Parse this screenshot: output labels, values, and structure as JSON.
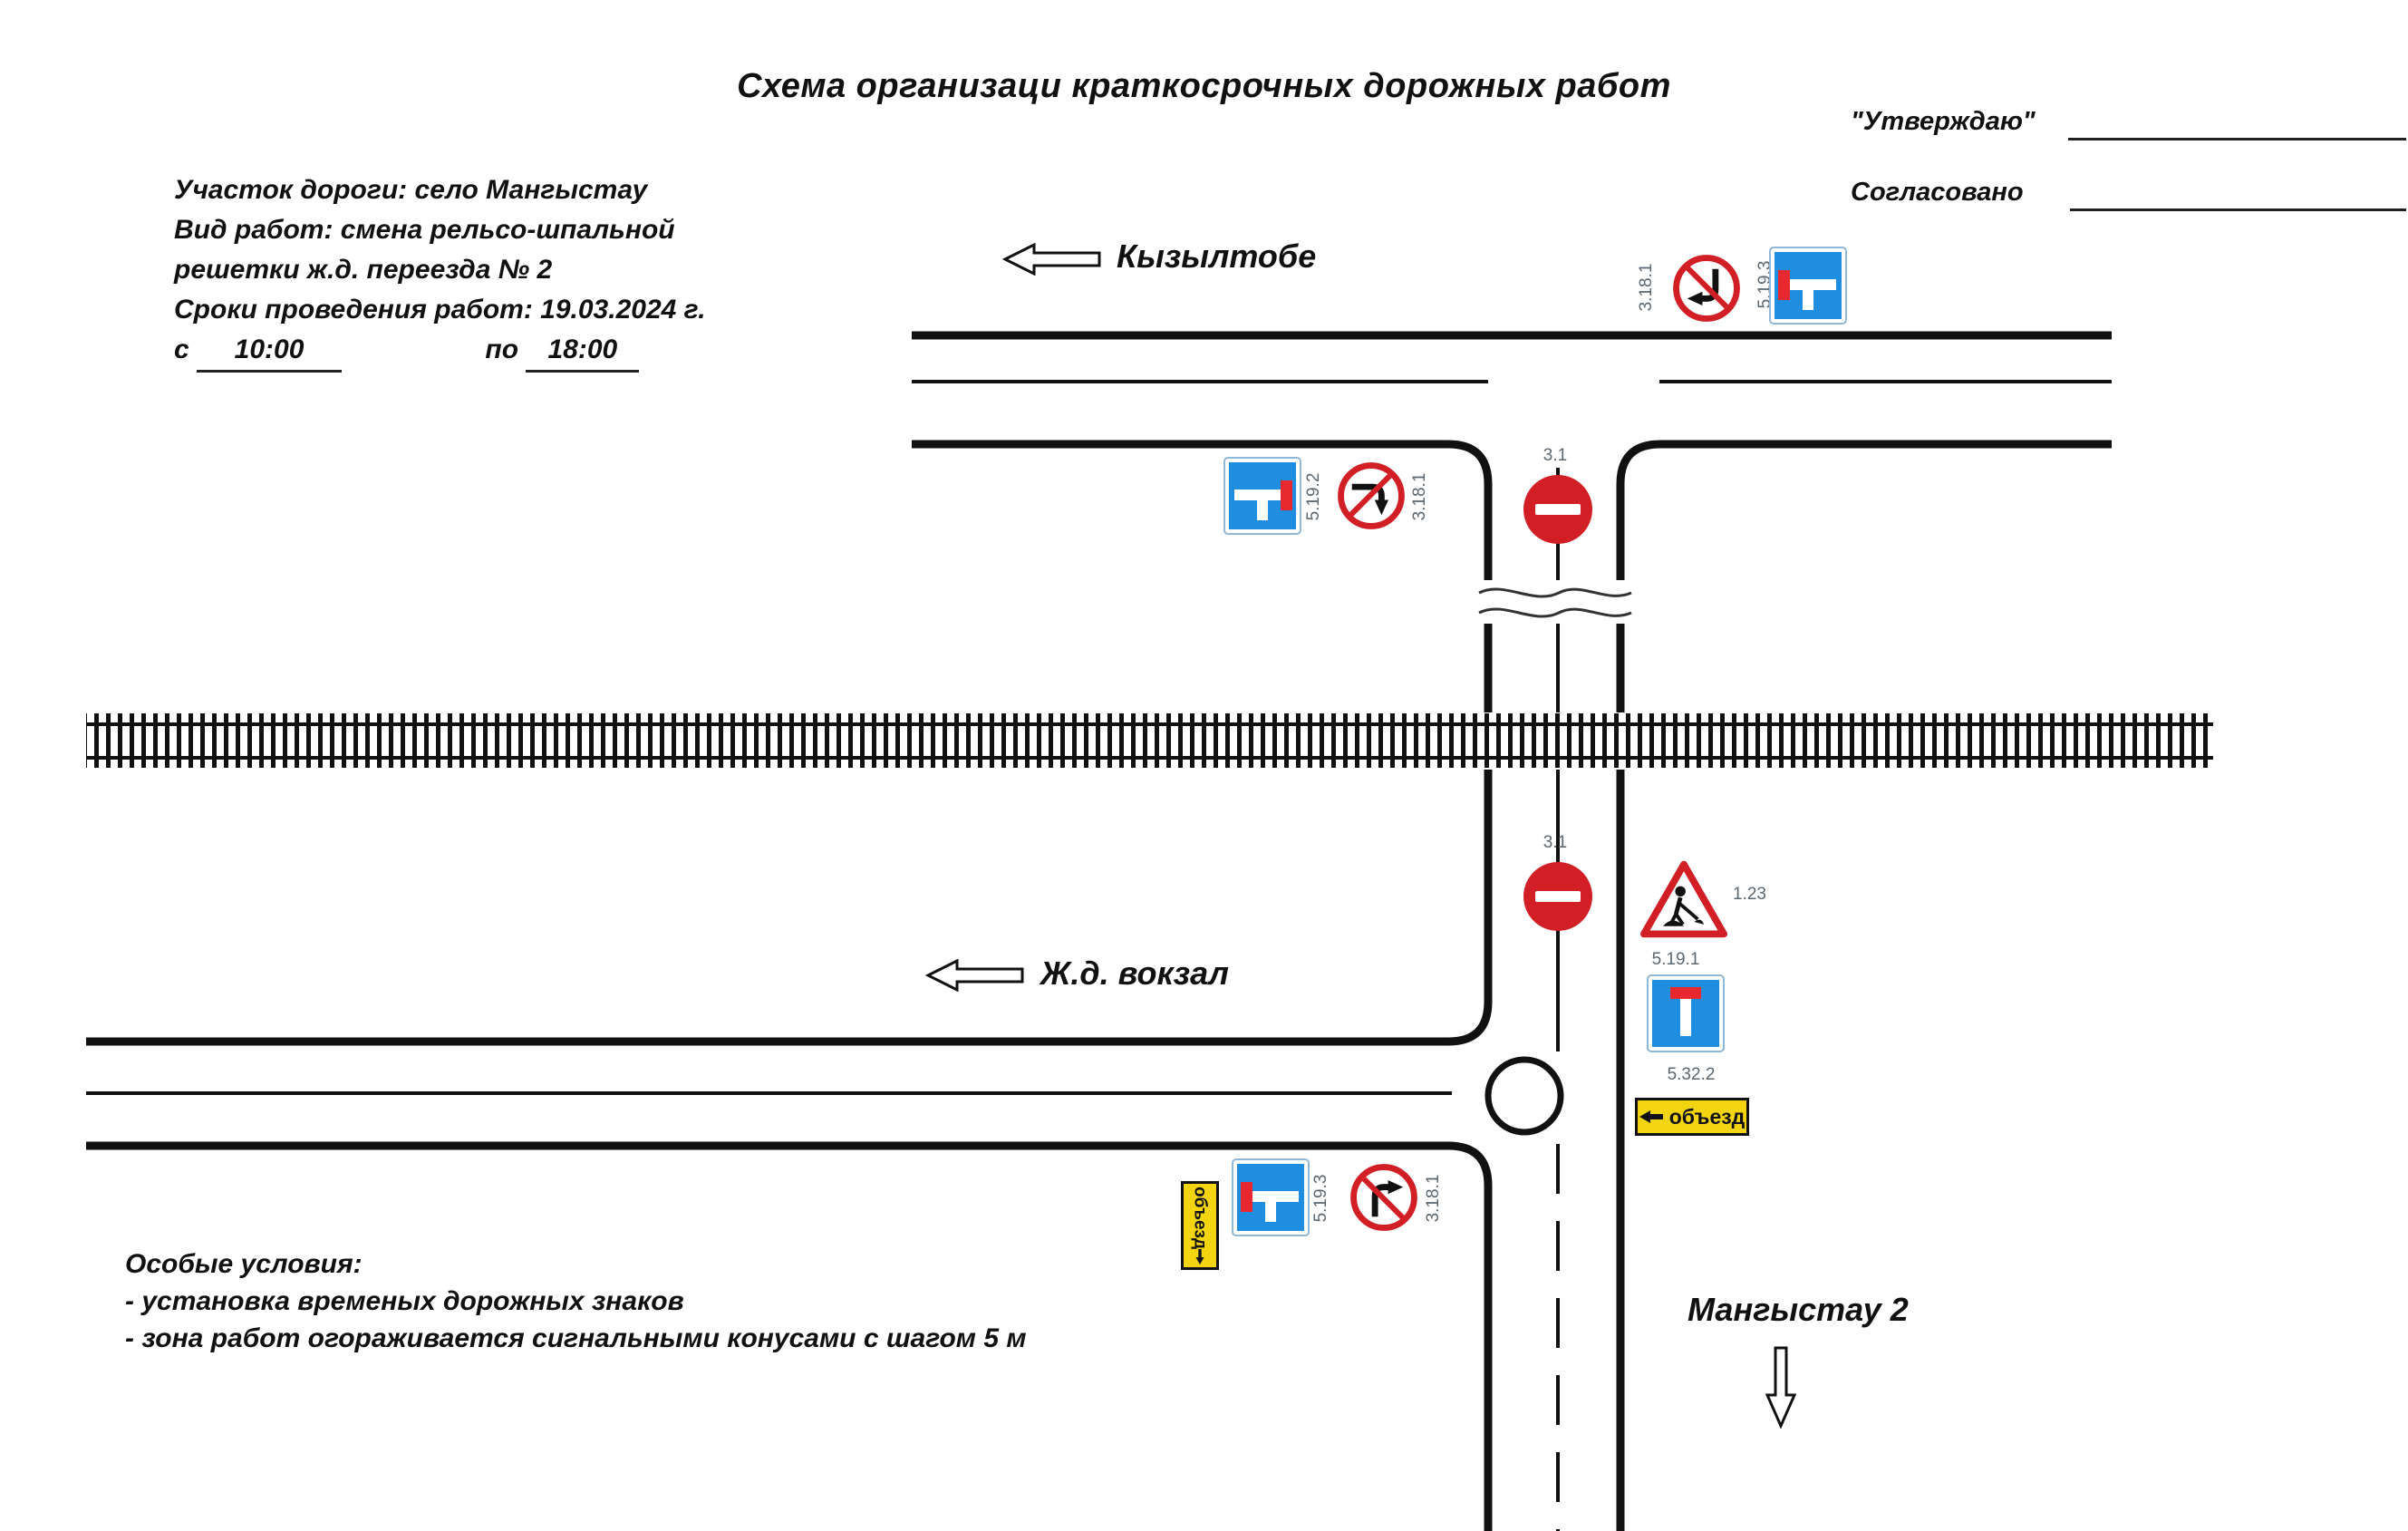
{
  "title": "Схема организаци краткосрочных дорожных работ",
  "approval": {
    "approve": "\"Утверждаю\"",
    "agreed": "Согласовано"
  },
  "info": {
    "line1": "Участок дороги: село Мангыстау",
    "line2": "Вид работ: смена рельсо-шпальной",
    "line3": "решетки   ж.д.  переезда № 2",
    "line4": "Сроки проведения работ: 19.03.2024 г.",
    "from_label": "с",
    "from_value": "10:00",
    "to_label": "по",
    "to_value": "18:00"
  },
  "directions": {
    "kyzyltobe": "Кызылтобе",
    "station": "Ж.д. вокзал",
    "mangystau2": "Мангыстау 2"
  },
  "signs": {
    "top_no_turn_code": "3.18.1",
    "top_dead_end_code": "5.19.3",
    "mid_dead_end_code": "5.19.2",
    "mid_no_turn_code": "3.18.1",
    "brick_upper_code": "3.1",
    "brick_lower_code": "3.1",
    "works_code": "1.23",
    "dead_end_ahead_code": "5.19.1",
    "detour_code": "5.32.2",
    "detour_text": "объезд",
    "detour_vertical_text": "объезд",
    "bottom_dead_end_code": "5.19.3",
    "bottom_no_turn_code": "3.18.1"
  },
  "special": {
    "title": "Особые условия:",
    "items": [
      "- установка временых дорожных знаков",
      "- зона работ  огораживается сигнальными конусами с шагом 5 м"
    ]
  },
  "colors": {
    "sign_red": "#d21f26",
    "sign_blue": "#1f8ee0",
    "detour_yellow": "#f2d410",
    "road": "#111111"
  }
}
